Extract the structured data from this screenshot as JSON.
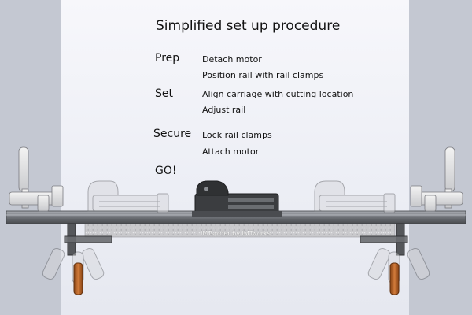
{
  "title": "Simplified set up procedure",
  "steps": [
    {
      "heading": "Prep",
      "items": [
        "Detach motor",
        "Position rail with rail clamps"
      ]
    },
    {
      "heading": "Set",
      "items": [
        "Align carriage with cutting location",
        "Adjust rail"
      ]
    },
    {
      "heading": "Secure",
      "items": [
        "Lock rail clamps",
        "Attach motor"
      ]
    },
    {
      "heading": "GO!",
      "items": []
    }
  ],
  "watermark": "IMTspider by IMTworks",
  "colors": {
    "side_background": "#c4c8d2",
    "rail": "#6f7278",
    "carriage": "#3b3d40",
    "handle": "#b8642c"
  }
}
